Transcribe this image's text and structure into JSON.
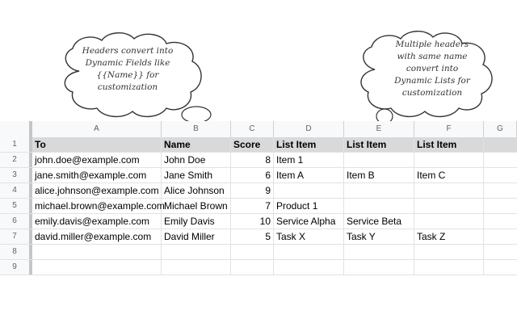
{
  "annotations": {
    "left_note": [
      "Headers convert into",
      "Dynamic Fields like",
      "{{Name}} for",
      "customization"
    ],
    "right_note": [
      "Multiple headers",
      "with same name",
      "convert into",
      "Dynamic Lists for",
      "customization"
    ]
  },
  "sheet": {
    "column_letters": [
      "A",
      "B",
      "C",
      "D",
      "E",
      "F",
      "G"
    ],
    "row_numbers": [
      "1",
      "2",
      "3",
      "4",
      "5",
      "6",
      "7",
      "8",
      "9"
    ],
    "headers": [
      "To",
      "Name",
      "Score",
      "List Item",
      "List Item",
      "List Item"
    ],
    "rows": [
      {
        "to": "john.doe@example.com",
        "name": "John Doe",
        "score": "8",
        "item1": "Item 1",
        "item2": "",
        "item3": ""
      },
      {
        "to": "jane.smith@example.com",
        "name": "Jane Smith",
        "score": "6",
        "item1": "Item A",
        "item2": "Item B",
        "item3": "Item C"
      },
      {
        "to": "alice.johnson@example.com",
        "name": "Alice Johnson",
        "score": "9",
        "item1": "",
        "item2": "",
        "item3": ""
      },
      {
        "to": "michael.brown@example.com",
        "name": "Michael Brown",
        "score": "7",
        "item1": "Product 1",
        "item2": "",
        "item3": ""
      },
      {
        "to": "emily.davis@example.com",
        "name": "Emily Davis",
        "score": "10",
        "item1": "Service Alpha",
        "item2": "Service Beta",
        "item3": ""
      },
      {
        "to": "david.miller@example.com",
        "name": "David Miller",
        "score": "5",
        "item1": "Task X",
        "item2": "Task Y",
        "item3": "Task Z"
      }
    ]
  },
  "colors": {
    "header_fill": "#d9d9d9",
    "gridline": "#e2e2e2",
    "chrome": "#f8f9fa",
    "chrome_text": "#5f6368"
  }
}
